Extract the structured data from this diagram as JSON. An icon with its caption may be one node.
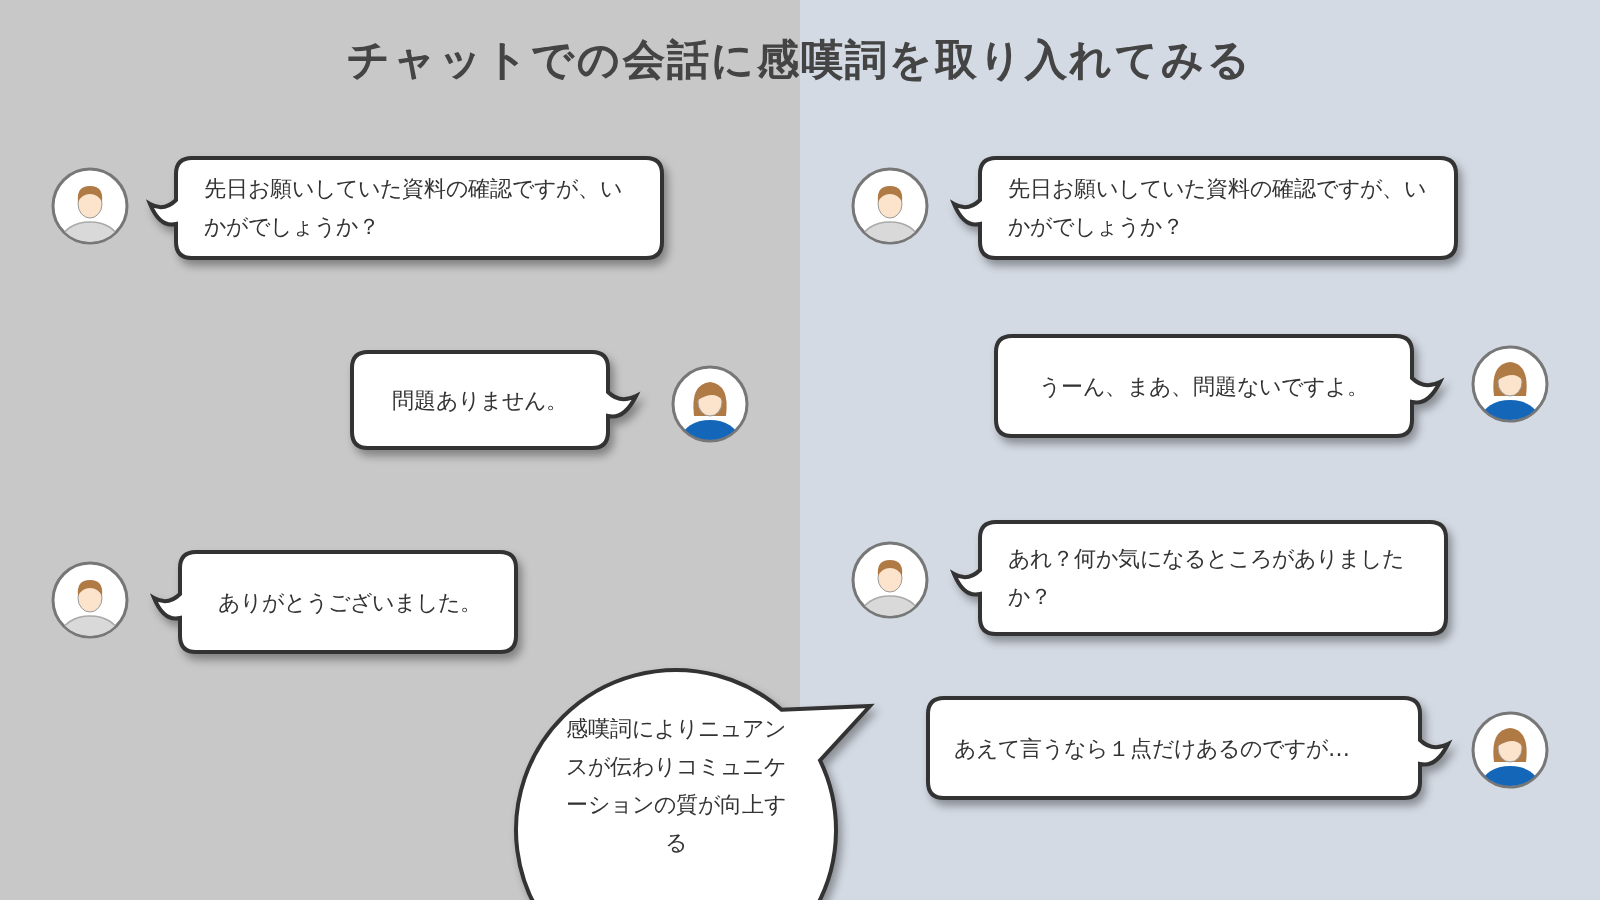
{
  "diagram": {
    "title": "チャットでの会話に感嘆詞を取り入れてみる",
    "nodes": [
      {
        "text": [
          "先日お願いしていた資料の確認ですが、いかがでしょうか？"
        ]
      },
      {
        "text": [
          "問題ありません。"
        ]
      },
      {
        "text": [
          "ありがとうございました。"
        ]
      },
      {
        "text": [
          "先日お願いしていた資料の確認ですが、いかがでしょうか？"
        ]
      },
      {
        "text": [
          "うーん、まあ、問題ないですよ。"
        ]
      },
      {
        "text": [
          "あれ？何か気になるところがありましたか？"
        ]
      },
      {
        "text": [
          "あえて言うなら１点だけあるのですが…"
        ]
      },
      {
        "text": [
          "感嘆詞によりニュアンスが伝わりコミュニケーションの質が向上する"
        ]
      }
    ]
  }
}
